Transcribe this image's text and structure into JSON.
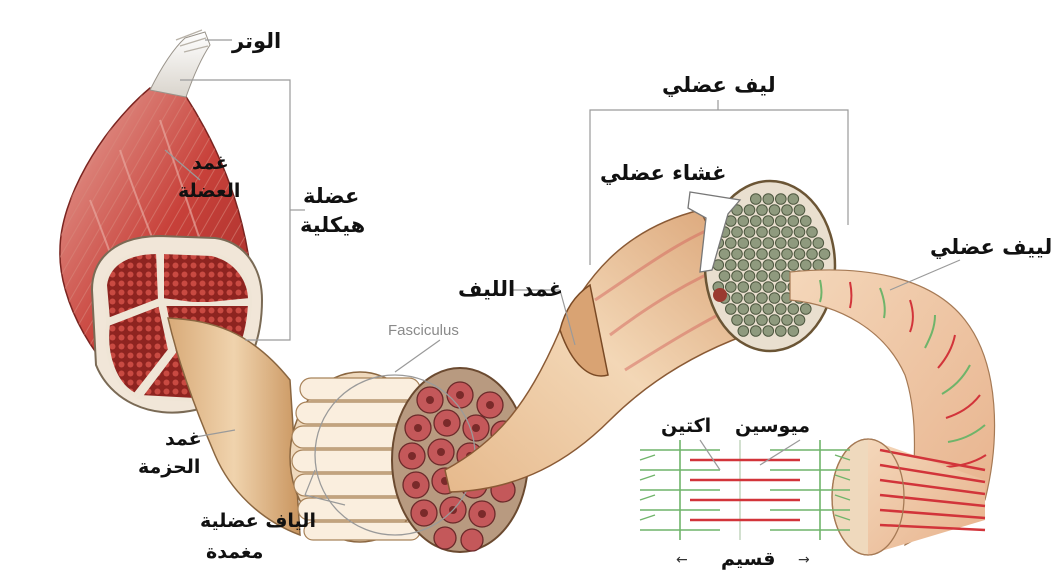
{
  "labels": {
    "tendon": "الوتر",
    "skeletal_muscle_line1": "عضلة",
    "skeletal_muscle_line2": "هيكلية",
    "epimysium_line1": "غمد",
    "epimysium_line2": "العضلة",
    "perimysium_line1": "غمد",
    "perimysium_line2": "الحزمة",
    "bundled_fibers_line1": "الياف عضلية",
    "bundled_fibers_line2": "مغمدة",
    "fasciculus": "Fasciculus",
    "fiber_sheath": "غمد الليف",
    "muscle_fiber_top": "ليف عضلي",
    "sarcolemma": "غشاء عضلي",
    "myofibril": "لييف عضلي",
    "myosin": "ميوسين",
    "actin": "اكتين",
    "sarcomere": "قسيم",
    "arrow_left": "←",
    "arrow_right": "→"
  },
  "colors": {
    "muscle_red": "#c8413a",
    "tendon_white": "#f1eee9",
    "sheath_tan": "#e9c79d",
    "fiber_green": "#8f9a7e",
    "myosin_red": "#d2343a",
    "actin_green": "#6fb46a",
    "leader_gray": "#9a9a9a"
  }
}
